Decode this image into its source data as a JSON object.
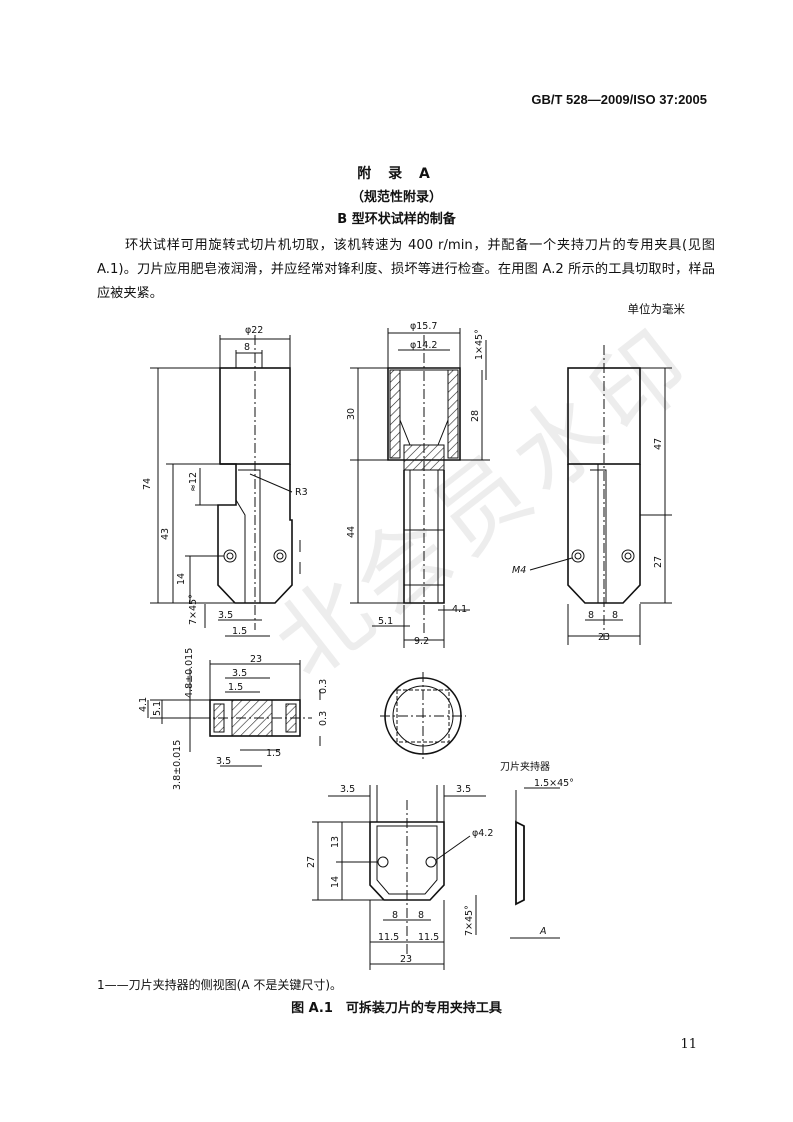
{
  "header": {
    "standard_code": "GB/T 528—2009/ISO 37:2005"
  },
  "annex": {
    "title": "附 录 A",
    "type": "（规范性附录）",
    "subtitle": "B 型环状试样的制备"
  },
  "body_text": "环状试样可用旋转式切片机切取，该机转速为 400 r/min，并配备一个夹持刀片的专用夹具(见图 A.1)。刀片应用肥皂液润滑，并应经常对锋利度、损坏等进行检查。在用图 A.2 所示的工具切取时，样品应被夹紧。",
  "unit_note": "单位为毫米",
  "figure": {
    "dims_front": [
      "φ22",
      "8",
      "74",
      "43",
      "≈12",
      "R3",
      "14",
      "7×45°",
      "3.5",
      "1.5"
    ],
    "dims_section": [
      "φ15.7",
      "φ14.2",
      "1×45°",
      "30",
      "28",
      "44",
      "4.1",
      "5.1",
      "9.2"
    ],
    "dims_side": [
      "47",
      "27",
      "M4",
      "8",
      "8",
      "23"
    ],
    "dims_plan": [
      "23",
      "3.5",
      "1.5",
      "4.8±0.015",
      "4.1",
      "5.1",
      "0.3",
      "0.3",
      "1.5",
      "3.5",
      "3.8±0.015"
    ],
    "dims_holder": [
      "3.5",
      "3.5",
      "φ4.2",
      "13",
      "27",
      "14",
      "8",
      "8",
      "7×45°",
      "11.5",
      "11.5",
      "23"
    ],
    "dims_blade_side": [
      "1.5×45°",
      "A"
    ],
    "holder_label": "刀片夹持器",
    "key_note": "1——刀片夹持器的侧视图(A 不是关键尺寸)。",
    "caption": "图 A.1　可拆装刀片的专用夹持工具"
  },
  "page_number": "11",
  "watermark": "北会员水印"
}
